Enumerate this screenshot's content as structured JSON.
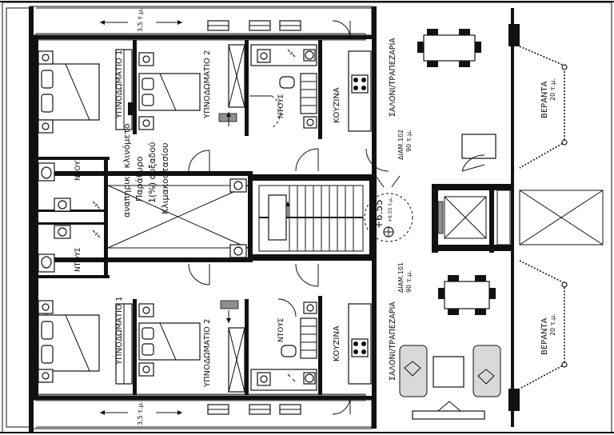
{
  "plan": {
    "flat_upper": {
      "bedroom_1": "ΥΠΝΟΔΩΜΑΤΙΟ 1",
      "bedroom_2": "ΥΠΝΟΔΩΜΑΤΙΟ 2",
      "shower_1": "ΝΤΟΥΣ",
      "shower_2": "ΝΤΟΥΣ",
      "kitchen": "ΚΟΥΖΙΝΑ",
      "living": "ΣΑΛΟΝΙ/ΤΡΑΠΕΖΑΡΙΑ",
      "apartment_id": "ΔΙΑΜ.102",
      "apartment_area": "90 τ.μ.",
      "veranda": "ΒΕΡΑΝΤΑ",
      "veranda_area": "20 τ.μ.",
      "balcony_area": "3,5 τ.μ."
    },
    "flat_lower": {
      "bedroom_1": "ΥΠΝΟΔΩΜΑΤΙΟ 1",
      "bedroom_2": "ΥΠΝΟΔΩΜΑΤΙΟ 2",
      "shower_1": "ΝΤΟΥΣ",
      "shower_2": "ΝΤΟΥΣ",
      "kitchen": "ΚΟΥΖΙΝΑ",
      "living": "ΣΑΛΟΝΙ/ΤΡΑΠΕΖΑΡΙΑ",
      "apartment_id": "ΔΙΑΜ.101",
      "apartment_area": "90 τ.μ.",
      "veranda": "ΒΕΡΑΝΤΑ",
      "veranda_area": "20 τ.μ.",
      "balcony_area": "3,5 τ.μ."
    },
    "ramp": {
      "line_1": "αναπηρικό κλινόμετο",
      "line_2": "Παράθυρο",
      "line_3": "1(%) αυξαδού",
      "line_4": "Κλιμακοστασίου"
    },
    "level_mark": "+6.55",
    "level_sub": "+6.55 τ.μ."
  }
}
